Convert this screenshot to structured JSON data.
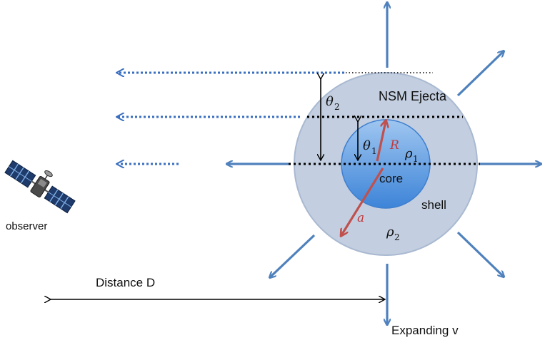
{
  "labels": {
    "ejecta": "NSM Ejecta",
    "core": "core",
    "shell": "shell",
    "observer": "observer",
    "distance": "Distance D",
    "expanding": "Expanding v",
    "radius_core": "R",
    "radius_shell": "a",
    "theta": "θ",
    "rho": "ρ",
    "sub_1": "1",
    "sub_2": "2"
  },
  "colors": {
    "shell_fill": "#c3cfe0",
    "shell_stroke": "#a9b9d1",
    "core_fill": "#6aa3e3",
    "core_stroke": "#3f7fcf",
    "arrow_blue": "#4f81bd",
    "arrow_red": "#c0504d",
    "dotted_blue": "#3a6fc0"
  },
  "icons": {
    "observer": "satellite-icon"
  }
}
